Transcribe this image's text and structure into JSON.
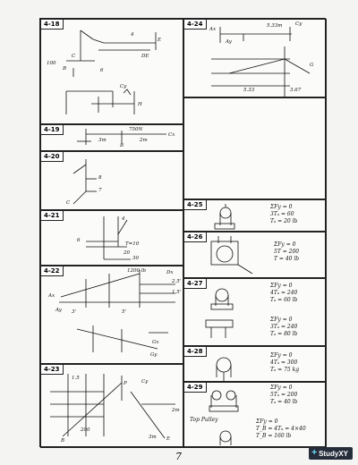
{
  "problems": {
    "p4_18": "4-18",
    "p4_19": "4-19",
    "p4_20": "4-20",
    "p4_21": "4-21",
    "p4_22": "4-22",
    "p4_23": "4-23",
    "p4_24": "4-24",
    "p4_25": "4-25",
    "p4_26": "4-26",
    "p4_27": "4-27",
    "p4_28": "4-28",
    "p4_29": "4-29"
  },
  "p4_25_eq": [
    "ΣFy = 0",
    "3Tₐ = 60",
    "Tₐ = 20 lb"
  ],
  "p4_26_eq": [
    "ΣFy = 0",
    "5T = 200",
    "T = 40 lb"
  ],
  "p4_27_eq": [
    "ΣFy = 0",
    "4Tₐ = 240",
    "Tₐ = 60 lb"
  ],
  "p4_27_eq2": [
    "ΣFy = 0",
    "3Tₐ = 240",
    "Tₐ = 80 lb"
  ],
  "p4_28_eq": [
    "ΣFy = 0",
    "4Tₐ = 300",
    "Tₐ = 75 kg"
  ],
  "p4_29_eq": [
    "ΣFy = 0",
    "5Tₐ = 200",
    "Tₐ = 40 lb"
  ],
  "p4_29_top_pulley": "Top Pulley",
  "p4_29_eq2": [
    "ΣFy = 0",
    "T_B = 4Tₐ = 4×40",
    "T_B = 160 lb"
  ],
  "labels": {
    "l18_100": "100",
    "l18_B": "B",
    "l18_C": "C",
    "l18_E": "E",
    "l18_4": "4",
    "l18_6": "6",
    "l18_DE": "DE",
    "l18_Cy": "Cy",
    "l18_H": "H",
    "l19_750": "750N",
    "l19_3m": "3m",
    "l19_2m": "2m",
    "l19_Cx": "Cx",
    "l19_B": "B",
    "l20_8": "8",
    "l20_7": "7",
    "l20_C": "C",
    "l21_4": "4",
    "l21_6": "6",
    "l21_T10": "T=10",
    "l21_20": "20",
    "l21_30": "30",
    "l22_1200": "1200 lb",
    "l22_Dx": "Dx",
    "l22_Ax": "Ax",
    "l22_Ay": "Ay",
    "l22_2_5": "2.5'",
    "l22_1_5": "1.5'",
    "l22_3": "3'",
    "l22_5": "5'",
    "l22_Gx": "Gx",
    "l22_Gy": "Gy",
    "l23_1_5": "1.5",
    "l23_P": "P",
    "l23_Cy": "Cy",
    "l23_2m": "2m",
    "l23_3m": "3m",
    "l23_E": "E",
    "l23_B": "B",
    "l23_200": "200",
    "l24_533": "5.33m",
    "l24_Cy": "Cy",
    "l24_Ax": "Ax",
    "l24_Ay": "Ay",
    "l24_G": "G",
    "l24_5": "5.33",
    "l24_367": "3.67"
  },
  "page_number": "7",
  "badge": {
    "plus": "+",
    "text": "StudyXY"
  }
}
